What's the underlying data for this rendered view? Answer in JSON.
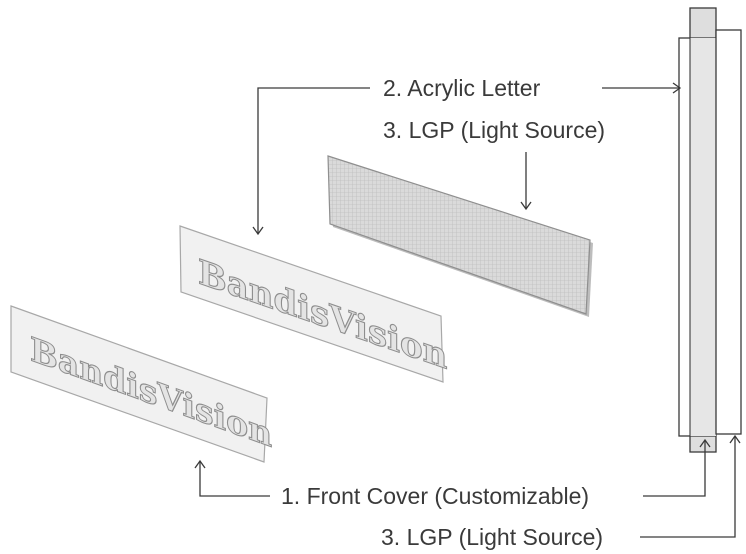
{
  "diagram": {
    "labels": {
      "acrylic_letter": "2. Acrylic Letter",
      "lgp_top": "3. LGP (Light Source)",
      "front_cover": "1. Front Cover (Customizable)",
      "lgp_bottom": "3. LGP (Light Source)"
    },
    "brand_text": "BandisVision",
    "colors": {
      "text": "#3a3a3a",
      "panel_fill": "#f1f1f1",
      "panel_stroke": "#a8a8a8",
      "lgp_fill": "#d6d6d6",
      "side_frame": "#dedede"
    }
  }
}
